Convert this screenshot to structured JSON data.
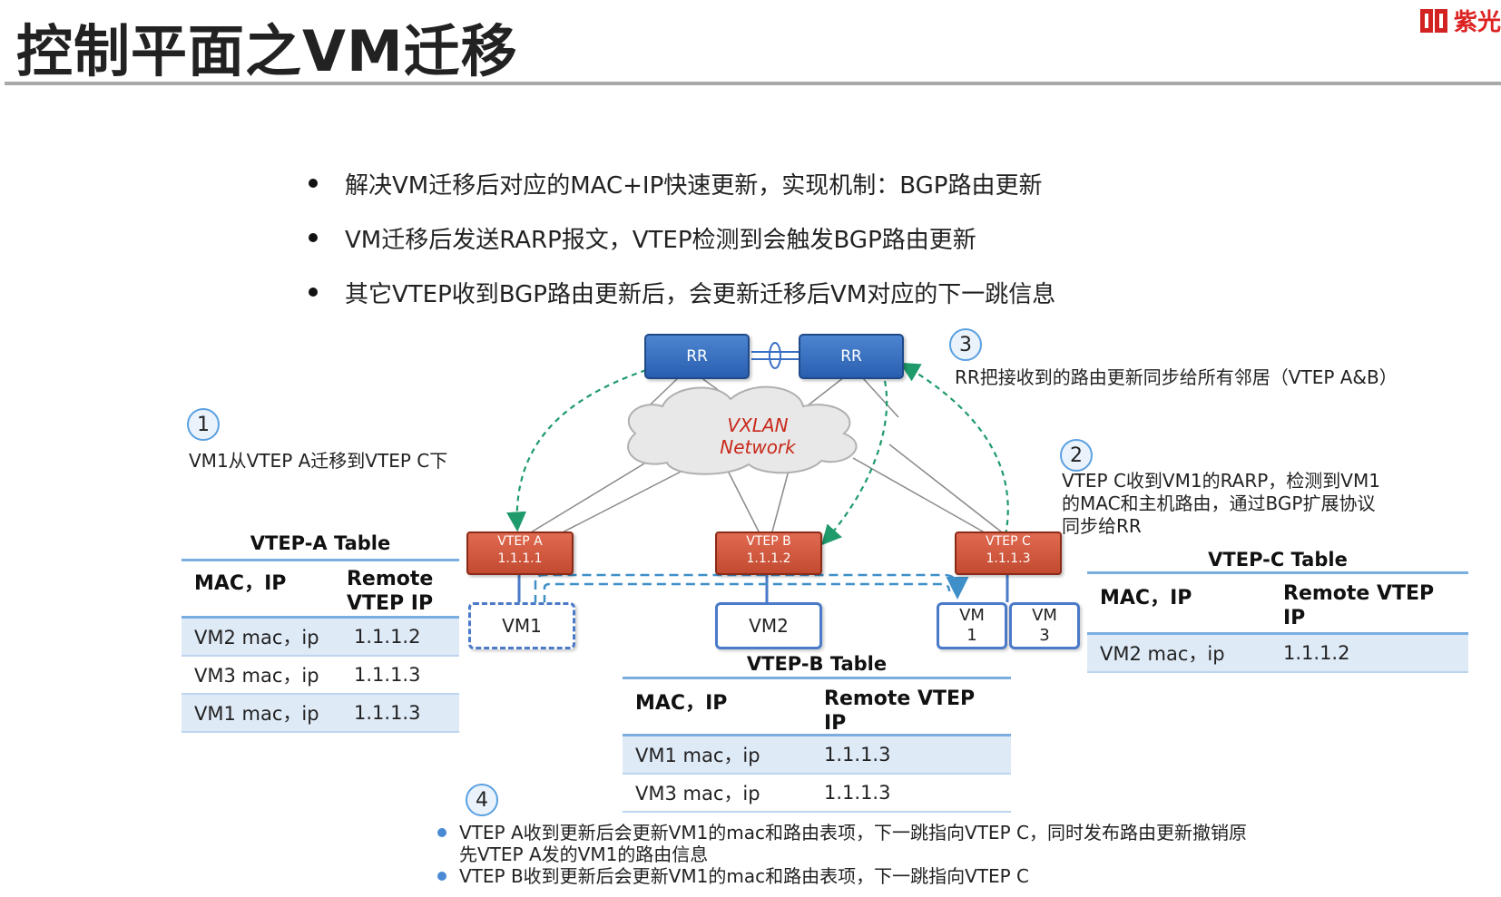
{
  "title": "控制平面之VM迁移",
  "logo": {
    "text": "紫光",
    "brand_color": "#d22222"
  },
  "bullets": [
    "解决VM迁移后对应的MAC+IP快速更新，实现机制：BGP路由更新",
    "VM迁移后发送RARP报文，VTEP检测到会触发BGP路由更新",
    "其它VTEP收到BGP路由更新后，会更新迁移后VM对应的下一跳信息"
  ],
  "diagram": {
    "rr_left": "RR",
    "rr_right": "RR",
    "cloud_line1": "VXLAN",
    "cloud_line2": "Network",
    "vtep_a": {
      "name": "VTEP A",
      "ip": "1.1.1.1"
    },
    "vtep_b": {
      "name": "VTEP B",
      "ip": "1.1.1.2"
    },
    "vtep_c": {
      "name": "VTEP C",
      "ip": "1.1.1.3"
    },
    "vm1": "VM1",
    "vm2": "VM2",
    "vm_c1": {
      "line1": "VM",
      "line2": "1"
    },
    "vm_c3": {
      "line1": "VM",
      "line2": "3"
    },
    "colors": {
      "rr": "#3a6fc4",
      "vtep": "#d0583c",
      "vm_border": "#4a7ac8",
      "arrow": "#1f9a6a",
      "migration": "#3f8fc8"
    }
  },
  "steps": {
    "s1": {
      "num": "1",
      "text": "VM1从VTEP A迁移到VTEP C下"
    },
    "s2": {
      "num": "2",
      "lines": [
        "VTEP C收到VM1的RARP，检测到VM1",
        "的MAC和主机路由，通过BGP扩展协议",
        "同步给RR"
      ]
    },
    "s3": {
      "num": "3",
      "text": "RR把接收到的路由更新同步给所有邻居（VTEP A&B）"
    },
    "s4": {
      "num": "4"
    }
  },
  "tables": {
    "a": {
      "caption": "VTEP-A Table",
      "headers": [
        "MAC，IP",
        "Remote VTEP IP"
      ],
      "rows": [
        [
          "VM2 mac，ip",
          "1.1.1.2"
        ],
        [
          "VM3 mac，ip",
          "1.1.1.3"
        ],
        [
          "VM1 mac，ip",
          "1.1.1.3"
        ]
      ]
    },
    "b": {
      "caption": "VTEP-B Table",
      "headers": [
        "MAC，IP",
        "Remote VTEP IP"
      ],
      "rows": [
        [
          "VM1 mac，ip",
          "1.1.1.3"
        ],
        [
          "VM3 mac，ip",
          "1.1.1.3"
        ]
      ]
    },
    "c": {
      "caption": "VTEP-C Table",
      "headers": [
        "MAC，IP",
        "Remote VTEP IP"
      ],
      "rows": [
        [
          "VM2 mac，ip",
          "1.1.1.2"
        ]
      ]
    }
  },
  "footnotes": [
    [
      "VTEP A收到更新后会更新VM1的mac和路由表项，下一跳指向VTEP C，同时发布路由更新撤销原",
      "先VTEP A发的VM1的路由信息"
    ],
    [
      "VTEP B收到更新后会更新VM1的mac和路由表项，下一跳指向VTEP C"
    ]
  ]
}
